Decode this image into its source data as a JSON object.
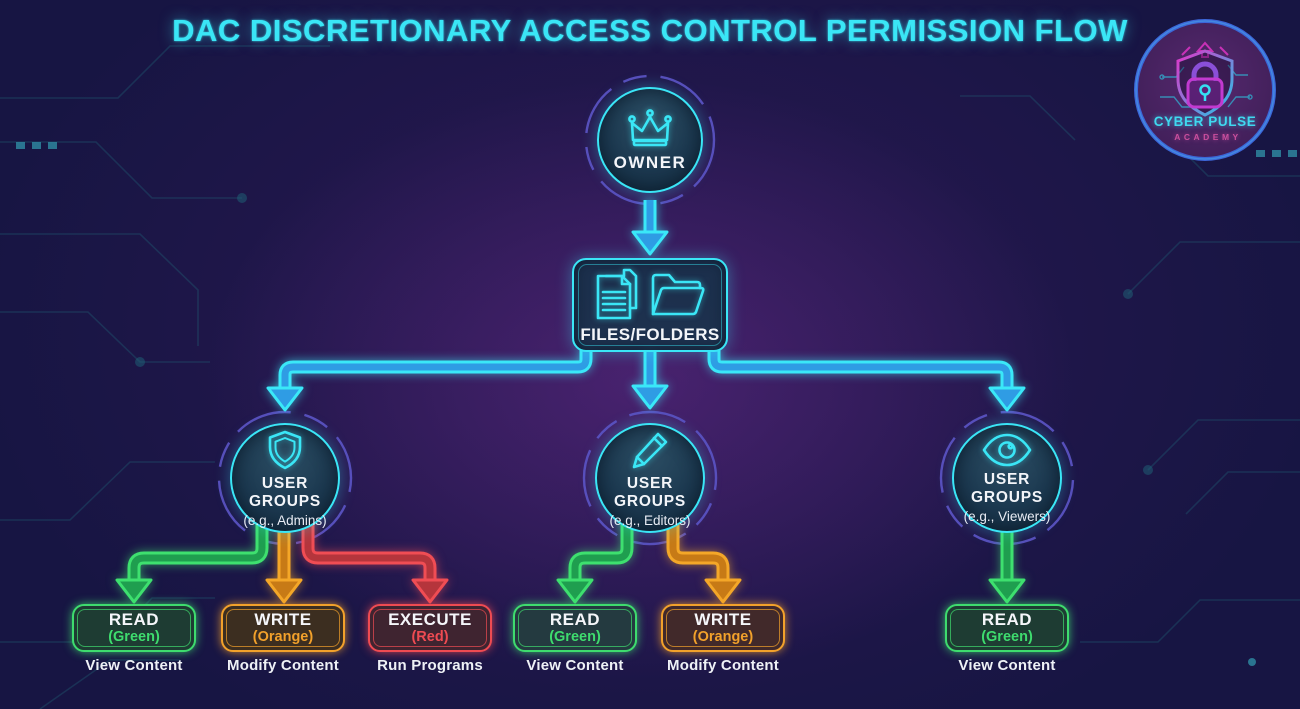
{
  "title": "DAC DISCRETIONARY ACCESS CONTROL PERMISSION FLOW",
  "logo": {
    "line1": "CYBER PULSE",
    "line2": "ACADEMY"
  },
  "nodes": {
    "owner": {
      "label": "OWNER",
      "icon": "crown-icon"
    },
    "files": {
      "label": "FILES/FOLDERS",
      "icons": [
        "documents-icon",
        "folder-icon"
      ]
    },
    "groups": [
      {
        "label": "USER GROUPS",
        "sublabel": "(e.g., Admins)",
        "icon": "shield-icon"
      },
      {
        "label": "USER GROUPS",
        "sublabel": "(e.g., Editors)",
        "icon": "pencil-icon"
      },
      {
        "label": "USER GROUPS",
        "sublabel": "(e.g., Viewers)",
        "icon": "eye-icon"
      }
    ]
  },
  "permissions": [
    {
      "label": "READ",
      "color_name": "(Green)",
      "description": "View Content",
      "color": "#3edc6e",
      "bg": "#1e3c33"
    },
    {
      "label": "WRITE",
      "color_name": "(Orange)",
      "description": "Modify Content",
      "color": "#f2a12b",
      "bg": "#3c2e20"
    },
    {
      "label": "EXECUTE",
      "color_name": "(Red)",
      "description": "Run Programs",
      "color": "#ef4b52",
      "bg": "#3f2430"
    },
    {
      "label": "READ",
      "color_name": "(Green)",
      "description": "View Content",
      "color": "#3edc6e",
      "bg": "#243a40"
    },
    {
      "label": "WRITE",
      "color_name": "(Orange)",
      "description": "Modify Content",
      "color": "#f2a12b",
      "bg": "#41292a"
    },
    {
      "label": "READ",
      "color_name": "(Green)",
      "description": "View Content",
      "color": "#3edc6e",
      "bg": "#1e3c33"
    }
  ],
  "colors": {
    "accent-cyan": "#3ae6f6",
    "ring-purple": "#5b4fc0",
    "circuit": "#1f5e74",
    "arrow-cyan-edge": "#3ae8f8",
    "arrow-cyan-core": "#2f9ce4",
    "arrow-green-edge": "#3ee06f",
    "arrow-green-core": "#1f9e4f",
    "arrow-orange-edge": "#f4a728",
    "arrow-orange-core": "#c77a16",
    "arrow-red-edge": "#f04d54",
    "arrow-red-core": "#b5353c"
  }
}
